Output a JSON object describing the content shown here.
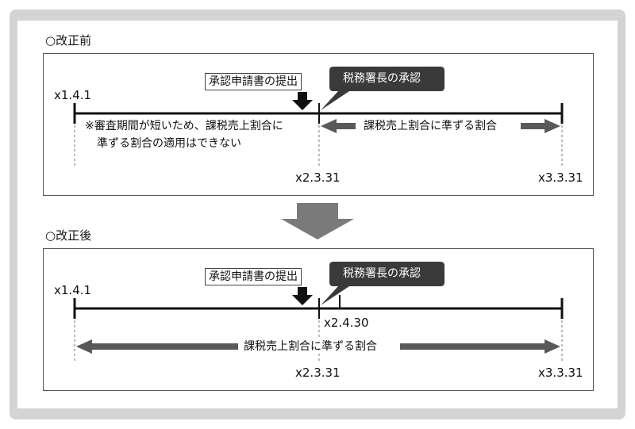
{
  "before": {
    "title": "○改正前",
    "start_date": "x1.4.1",
    "submission_label": "承認申請書の提出",
    "approval_label": "税務署長の承認",
    "note_line1": "※審査期間が短いため、課税売上割合に",
    "note_line2": "準ずる割合の適用はできない",
    "range_label": "課税売上割合に準ずる割合",
    "date_mid": "x2.3.31",
    "date_end": "x3.3.31"
  },
  "after": {
    "title": "○改正後",
    "start_date": "x1.4.1",
    "submission_label": "承認申請書の提出",
    "approval_label": "税務署長の承認",
    "approval_date": "x2.4.30",
    "range_label": "課税売上割合に準ずる割合",
    "date_mid": "x2.3.31",
    "date_end": "x3.3.31"
  },
  "colors": {
    "frame": "#d4d4d4",
    "callout": "#3a3a3a",
    "range_arrow": "#595959",
    "down_arrow": "#7a7a7a",
    "timeline": "#111111"
  }
}
